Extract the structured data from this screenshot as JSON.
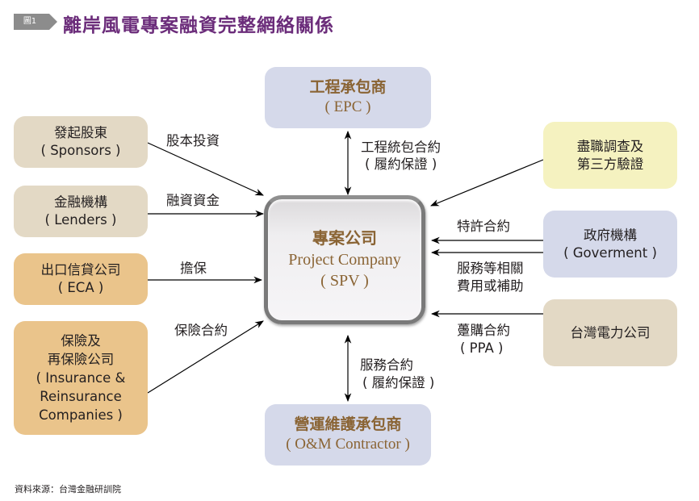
{
  "header": {
    "figure_tag": "圖1",
    "title": "離岸風電專案融資完整網絡關係"
  },
  "center": {
    "zh": "專案公司",
    "en": "Project Company",
    "abbr": "( SPV )"
  },
  "nodes": {
    "epc": {
      "zh": "工程承包商",
      "en": "( EPC )"
    },
    "om": {
      "zh": "營運維護承包商",
      "en": "( O&M Contractor )"
    },
    "sponsors": {
      "zh": "發起股東",
      "en": "( Sponsors )"
    },
    "lenders": {
      "zh": "金融機構",
      "en": "( Lenders )"
    },
    "eca": {
      "zh": "出口信貸公司",
      "en": "( ECA )"
    },
    "insurance": {
      "line1": "保險及",
      "line2": "再保險公司",
      "line3": "( Insurance &",
      "line4": "Reinsurance",
      "line5": "Companies )"
    },
    "due_diligence": {
      "line1": "盡職調查及",
      "line2": "第三方驗證"
    },
    "government": {
      "zh": "政府機構",
      "en": "( Goverment )"
    },
    "taipower": {
      "zh": "台灣電力公司"
    }
  },
  "relations": {
    "equity": "股本投資",
    "financing": "融資資金",
    "guarantee": "擔保",
    "insurance_contract": "保險合約",
    "epc_contract_1": "工程統包合約",
    "epc_contract_2": "( 履約保證 )",
    "concession": "特許合約",
    "fees_1": "服務等相關",
    "fees_2": "費用或補助",
    "ppa_1": "躉購合約",
    "ppa_2": "( PPA )",
    "om_contract_1": "服務合約",
    "om_contract_2": "( 履約保證 )"
  },
  "footer": {
    "source": "資料來源：台灣金融研訓院"
  }
}
